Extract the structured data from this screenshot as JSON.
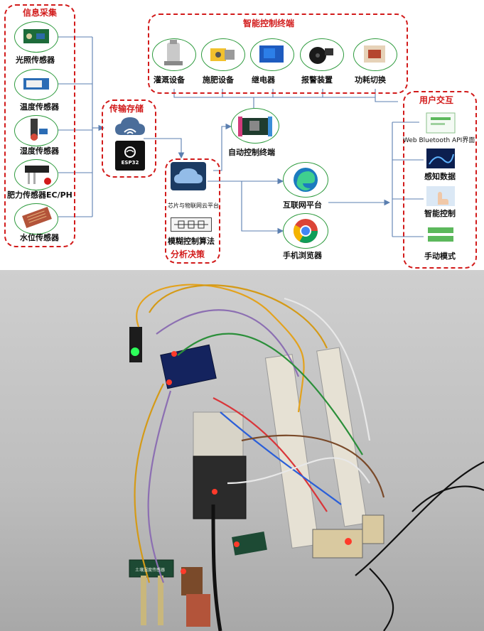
{
  "groups": {
    "info": "信息采集",
    "smart_control": "智能控制终端",
    "transfer": "传输存储",
    "analysis": "分析决策",
    "user": "用户交互"
  },
  "sensors": [
    {
      "label": "光照传感器",
      "icon": "light-sensor-board"
    },
    {
      "label": "温度传感器",
      "icon": "temperature-sensor-module"
    },
    {
      "label": "湿度传感器",
      "icon": "humidity-sensor-probe"
    },
    {
      "label": "肥力传感器EC/PH",
      "icon": "ec-ph-probe"
    },
    {
      "label": "水位传感器",
      "icon": "water-level-sensor"
    }
  ],
  "actuators": [
    {
      "label": "灌溉设备",
      "icon": "water-pump"
    },
    {
      "label": "施肥设备",
      "icon": "motor-device"
    },
    {
      "label": "继电器",
      "icon": "relay-module"
    },
    {
      "label": "报警装置",
      "icon": "buzzer"
    },
    {
      "label": "功耗切换",
      "icon": "power-switch-module"
    }
  ],
  "transfer": {
    "chip_text": "ESP32",
    "icon_cloud": "cloud-wifi",
    "icon_chip": "esp32-chip"
  },
  "analysis": {
    "cloud_label": "芯片与物联网云平台",
    "algo_label": "模糊控制算法"
  },
  "auto_terminal": {
    "label": "自动控制终端",
    "icon": "dev-board"
  },
  "internet": {
    "label": "互联网平台",
    "icon": "edge-browser"
  },
  "browser": {
    "label": "手机浏览器",
    "icon": "chrome-browser"
  },
  "user_items": [
    {
      "label": "Web Bluetooth API界面",
      "icon": "web-interface"
    },
    {
      "label": "感知数据",
      "icon": "data-screen"
    },
    {
      "label": "智能控制",
      "icon": "hand-touch"
    },
    {
      "label": "手动模式",
      "icon": "manual-buttons"
    }
  ],
  "photo": {
    "module_text": "土壤湿度传感器",
    "subject": "hardware-prototype-photo"
  },
  "colors": {
    "dashed_border": "#d21b1b",
    "circle_border": "#2e9b3e",
    "arrow": "#5b7fb0"
  }
}
